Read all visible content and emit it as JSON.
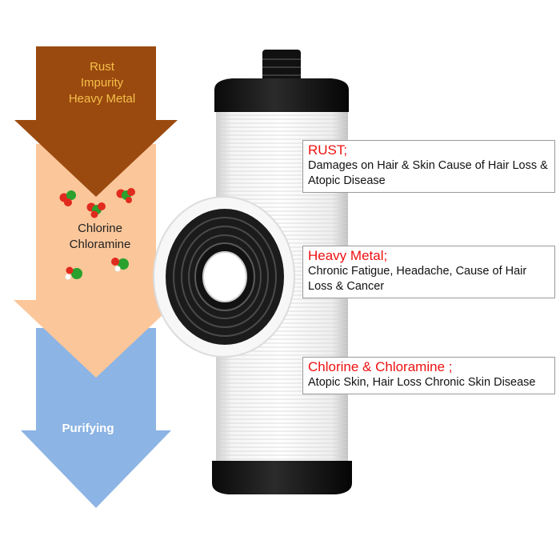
{
  "arrows": {
    "stage1_lines": [
      "Rust",
      "Impurity",
      "Heavy Metal"
    ],
    "stage2_lines": [
      "Chlorine",
      "Chloramine"
    ],
    "stage3_label": "Purifying"
  },
  "callouts": [
    {
      "title": "RUST;",
      "description": "Damages on Hair & Skin Cause of Hair Loss & Atopic Disease"
    },
    {
      "title": "Heavy Metal;",
      "description": "Chronic Fatigue, Headache, Cause of Hair Loss & Cancer"
    },
    {
      "title": "Chlorine & Chloramine ;",
      "description": "Atopic Skin, Hair Loss Chronic Skin Disease"
    }
  ],
  "colors": {
    "arrow_rust": "#9b4a0f",
    "arrow_chlorine": "#fbc69a",
    "arrow_purify": "#8cb4e4",
    "callout_title": "#ee1111"
  }
}
